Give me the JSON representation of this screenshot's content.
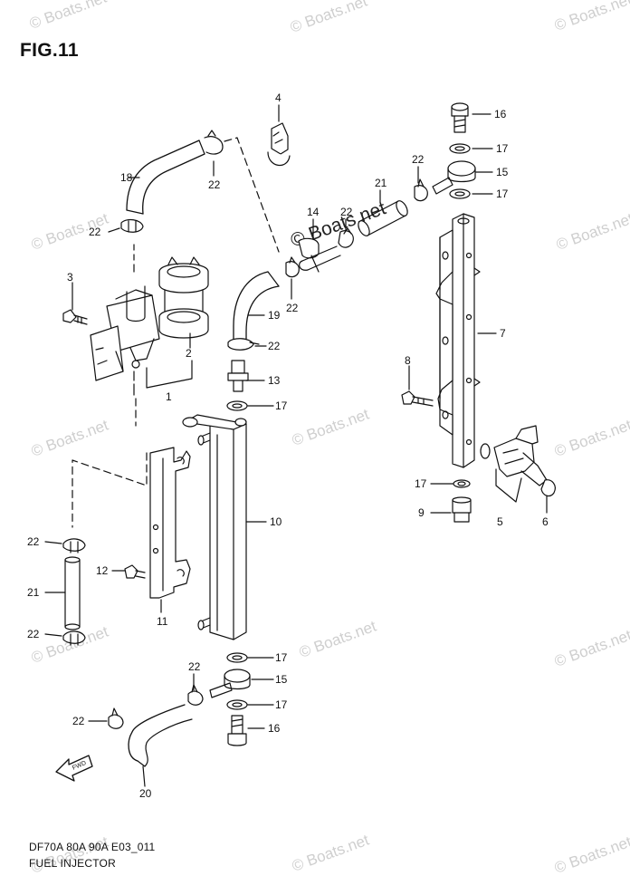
{
  "figure": {
    "title": "FIG.11",
    "model_line": "DF70A 80A 90A E03_011",
    "caption": "FUEL INJECTOR"
  },
  "watermark": {
    "text": "© Boats.net"
  },
  "fwd_label": "FWD",
  "callouts": [
    {
      "id": "c4",
      "text": "4"
    },
    {
      "id": "c16a",
      "text": "16"
    },
    {
      "id": "c17a",
      "text": "17"
    },
    {
      "id": "c18",
      "text": "18"
    },
    {
      "id": "c22a",
      "text": "22"
    },
    {
      "id": "c22b",
      "text": "22"
    },
    {
      "id": "c15a",
      "text": "15"
    },
    {
      "id": "c21a",
      "text": "21"
    },
    {
      "id": "c17b",
      "text": "17"
    },
    {
      "id": "c14",
      "text": "14"
    },
    {
      "id": "c22c",
      "text": "22"
    },
    {
      "id": "c22d",
      "text": "22"
    },
    {
      "id": "c3",
      "text": "3"
    },
    {
      "id": "c22e",
      "text": "22"
    },
    {
      "id": "c7",
      "text": "7"
    },
    {
      "id": "c19",
      "text": "19"
    },
    {
      "id": "c2",
      "text": "2"
    },
    {
      "id": "c22f",
      "text": "22"
    },
    {
      "id": "c13",
      "text": "13"
    },
    {
      "id": "c8",
      "text": "8"
    },
    {
      "id": "c1",
      "text": "1"
    },
    {
      "id": "c17c",
      "text": "17"
    },
    {
      "id": "c17d",
      "text": "17"
    },
    {
      "id": "c5",
      "text": "5"
    },
    {
      "id": "c9",
      "text": "9"
    },
    {
      "id": "c6",
      "text": "6"
    },
    {
      "id": "c10",
      "text": "10"
    },
    {
      "id": "c22g",
      "text": "22"
    },
    {
      "id": "c12",
      "text": "12"
    },
    {
      "id": "c21b",
      "text": "21"
    },
    {
      "id": "c11",
      "text": "11"
    },
    {
      "id": "c22h",
      "text": "22"
    },
    {
      "id": "c17e",
      "text": "17"
    },
    {
      "id": "c22i",
      "text": "22"
    },
    {
      "id": "c15b",
      "text": "15"
    },
    {
      "id": "c17f",
      "text": "17"
    },
    {
      "id": "c22j",
      "text": "22"
    },
    {
      "id": "c16b",
      "text": "16"
    },
    {
      "id": "c20",
      "text": "20"
    }
  ]
}
